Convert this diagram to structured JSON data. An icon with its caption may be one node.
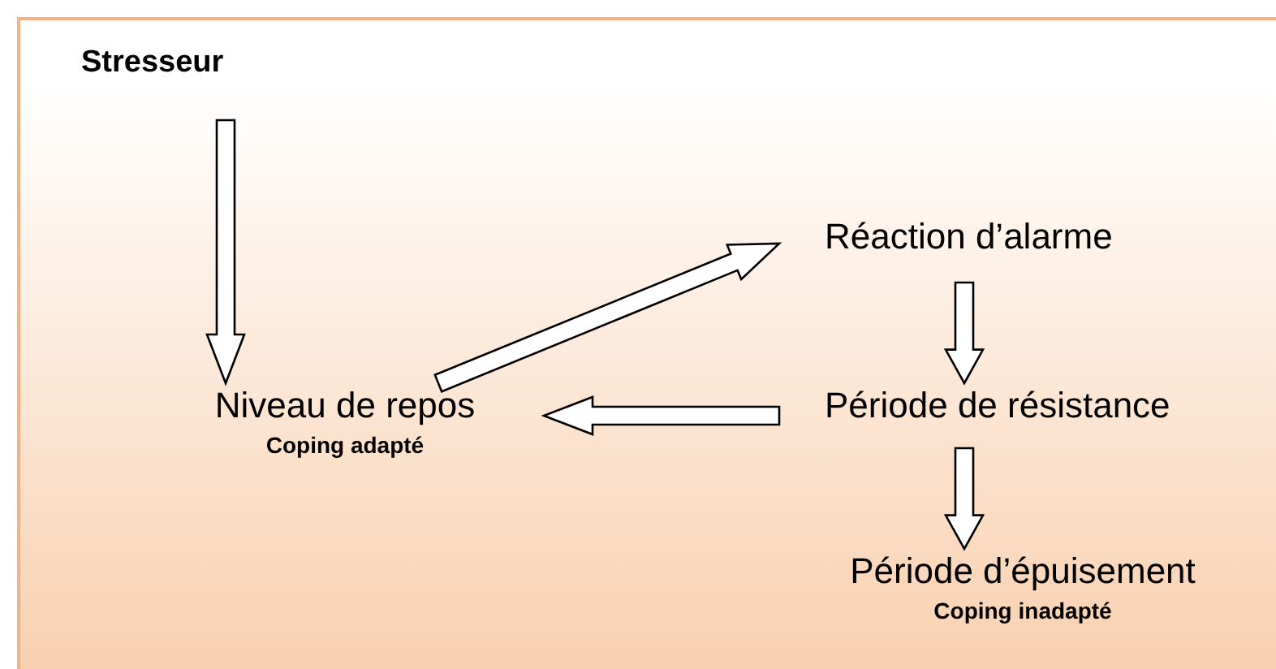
{
  "diagram": {
    "nodes": [
      {
        "text": [
          "Stresseur"
        ]
      },
      {
        "text": [
          "Niveau de repos",
          "Coping adapté"
        ]
      },
      {
        "text": [
          "Réaction d’alarme"
        ]
      },
      {
        "text": [
          "Période de résistance"
        ]
      },
      {
        "text": [
          "Période d’épuisement",
          "Coping inadapté"
        ]
      }
    ],
    "edges": [
      {
        "from": 0,
        "to": 1,
        "arrow": "to"
      },
      {
        "from": 1,
        "to": 2,
        "arrow": "to"
      },
      {
        "from": 2,
        "to": 3,
        "arrow": "to"
      },
      {
        "from": 3,
        "to": 1,
        "arrow": "to"
      },
      {
        "from": 3,
        "to": 4,
        "arrow": "to"
      }
    ]
  }
}
